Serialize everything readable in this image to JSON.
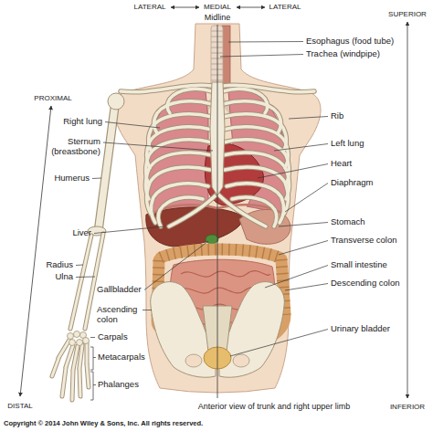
{
  "diagram": {
    "caption": "Anterior view of trunk and right upper limb",
    "labels": [
      "LATERAL",
      "MEDIAL",
      "LATERAL",
      "Midline",
      "SUPERIOR",
      "PROXIMAL",
      "Esophagus (food tube)",
      "Trachea (windpipe)",
      "Right lung",
      "Rib",
      "Sternum (breastbone)",
      "Left lung",
      "Heart",
      "Humerus",
      "Diaphragm",
      "Stomach",
      "Liver",
      "Transverse colon",
      "Small intestine",
      "Radius",
      "Ulna",
      "Descending colon",
      "Gallbladder",
      "Ascending colon",
      "Urinary bladder",
      "Carpals",
      "Metacarpals",
      "Phalanges",
      "DISTAL",
      "INFERIOR",
      "Copyright © 2014 John Wiley & Sons, Inc. All rights reserved."
    ]
  }
}
